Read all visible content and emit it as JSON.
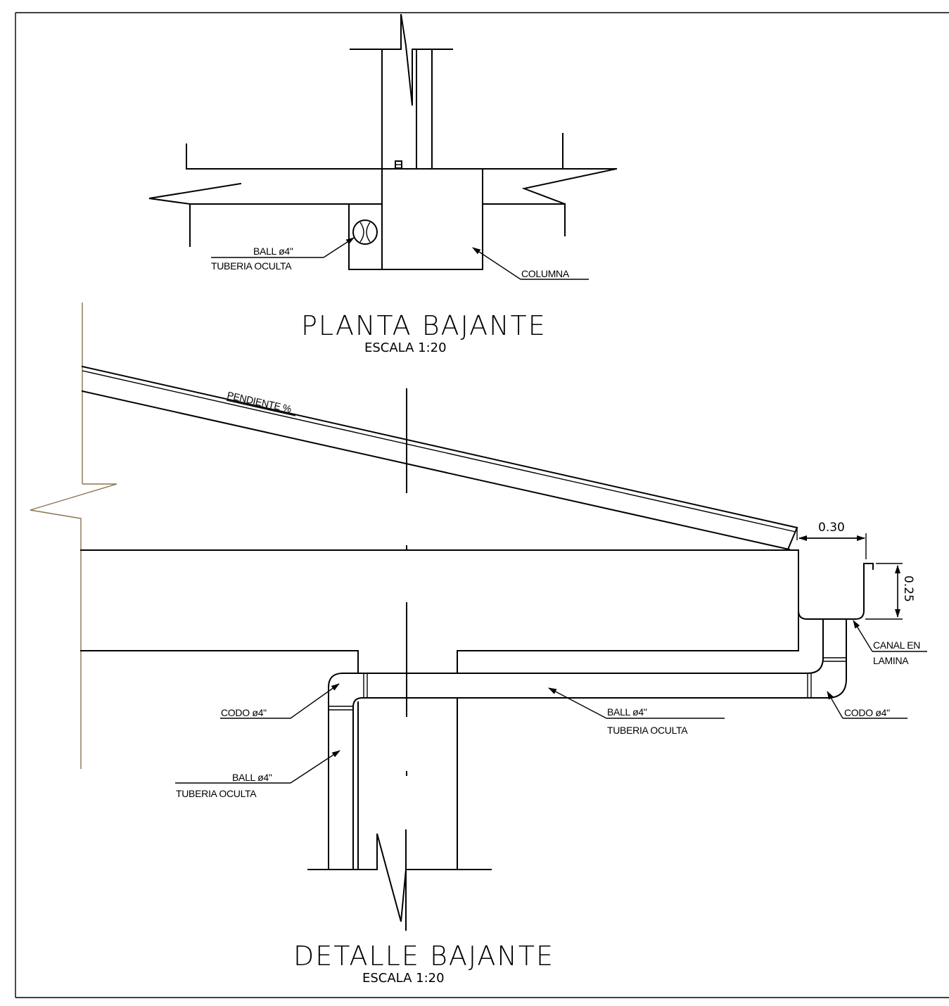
{
  "plan": {
    "title": "PLANTA BAJANTE",
    "scale": "ESCALA 1:20",
    "label_pipe_line1": "BALL ø4\"",
    "label_pipe_line2": "TUBERIA OCULTA",
    "label_column": "COLUMNA"
  },
  "detail": {
    "title": "DETALLE BAJANTE",
    "scale": "ESCALA 1:20",
    "label_slope": "PENDIENTE %",
    "dim_width": "0.30",
    "dim_height": "0.25",
    "label_gutter_line1": "CANAL EN",
    "label_gutter_line2": "LAMINA",
    "label_elbow_left": "CODO ø4\"",
    "label_elbow_right": "CODO ø4\"",
    "label_horizontal_pipe_line1": "BALL ø4\"",
    "label_horizontal_pipe_line2": "TUBERIA OCULTA",
    "label_vertical_pipe_line1": "BALL ø4\"",
    "label_vertical_pipe_line2": "TUBERIA OCULTA"
  }
}
